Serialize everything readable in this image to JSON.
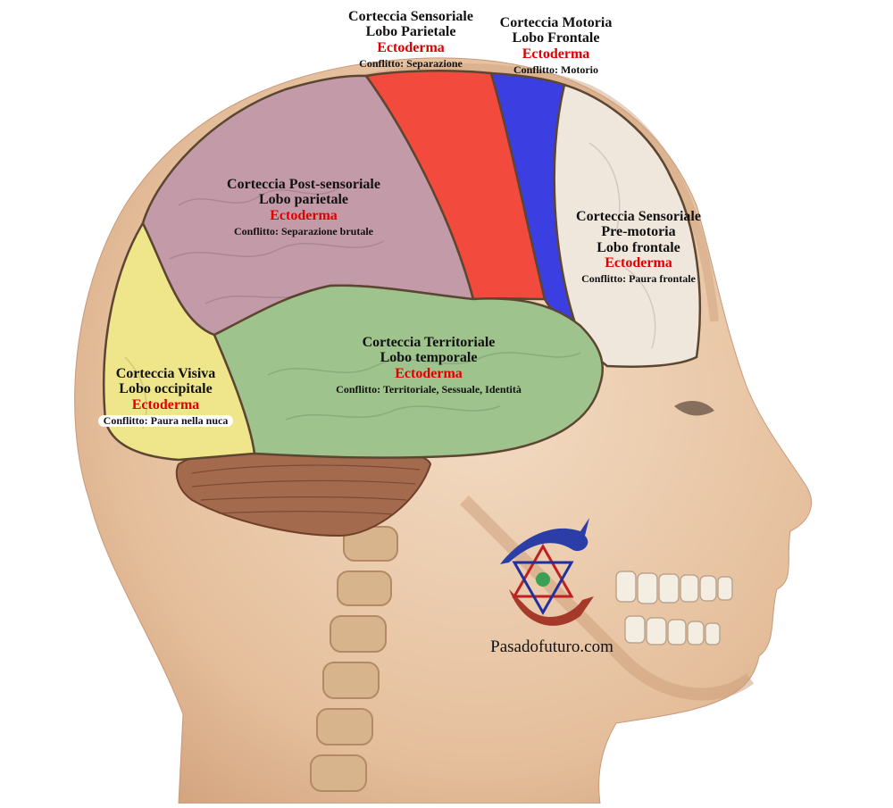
{
  "colors": {
    "ectoderm_text": "#e00000",
    "parietal_sensory": "#f24a3c",
    "motor": "#3b3ee0",
    "premotor": "#efe6dc",
    "post_sensory": "#c29aa8",
    "temporal": "#9ec38c",
    "occipital": "#efe58a",
    "cerebellum": "#a46a4e",
    "skin": "#e9c9a8"
  },
  "regions": [
    {
      "id": "sensory-parietal",
      "lines": [
        "Corteccia Sensoriale",
        "Lobo Parietale"
      ],
      "germ_layer": "Ectoderma",
      "conflict": "Conflitto: Separazione"
    },
    {
      "id": "motor-frontal",
      "lines": [
        "Corteccia Motoria",
        "Lobo Frontale"
      ],
      "germ_layer": "Ectoderma",
      "conflict": "Conflitto: Motorio"
    },
    {
      "id": "post-sensory",
      "lines": [
        "Corteccia Post-sensoriale",
        "Lobo parietale"
      ],
      "germ_layer": "Ectoderma",
      "conflict": "Conflitto: Separazione brutale"
    },
    {
      "id": "premotor",
      "lines": [
        "Corteccia Sensoriale",
        "Pre-motoria",
        "Lobo frontale"
      ],
      "germ_layer": "Ectoderma",
      "conflict": "Conflitto: Paura frontale"
    },
    {
      "id": "territorial",
      "lines": [
        "Corteccia Territoriale",
        "Lobo temporale"
      ],
      "germ_layer": "Ectoderma",
      "conflict": "Conflitto: Territoriale, Sessuale, Identità"
    },
    {
      "id": "visual",
      "lines": [
        "Corteccia Visiva",
        "Lobo occipitale"
      ],
      "germ_layer": "Ectoderma",
      "conflict": "Conflitto: Paura nella nuca"
    }
  ],
  "logo": {
    "icon": "dolphins-star-of-david-logo",
    "site": "Pasadofuturo.com"
  }
}
